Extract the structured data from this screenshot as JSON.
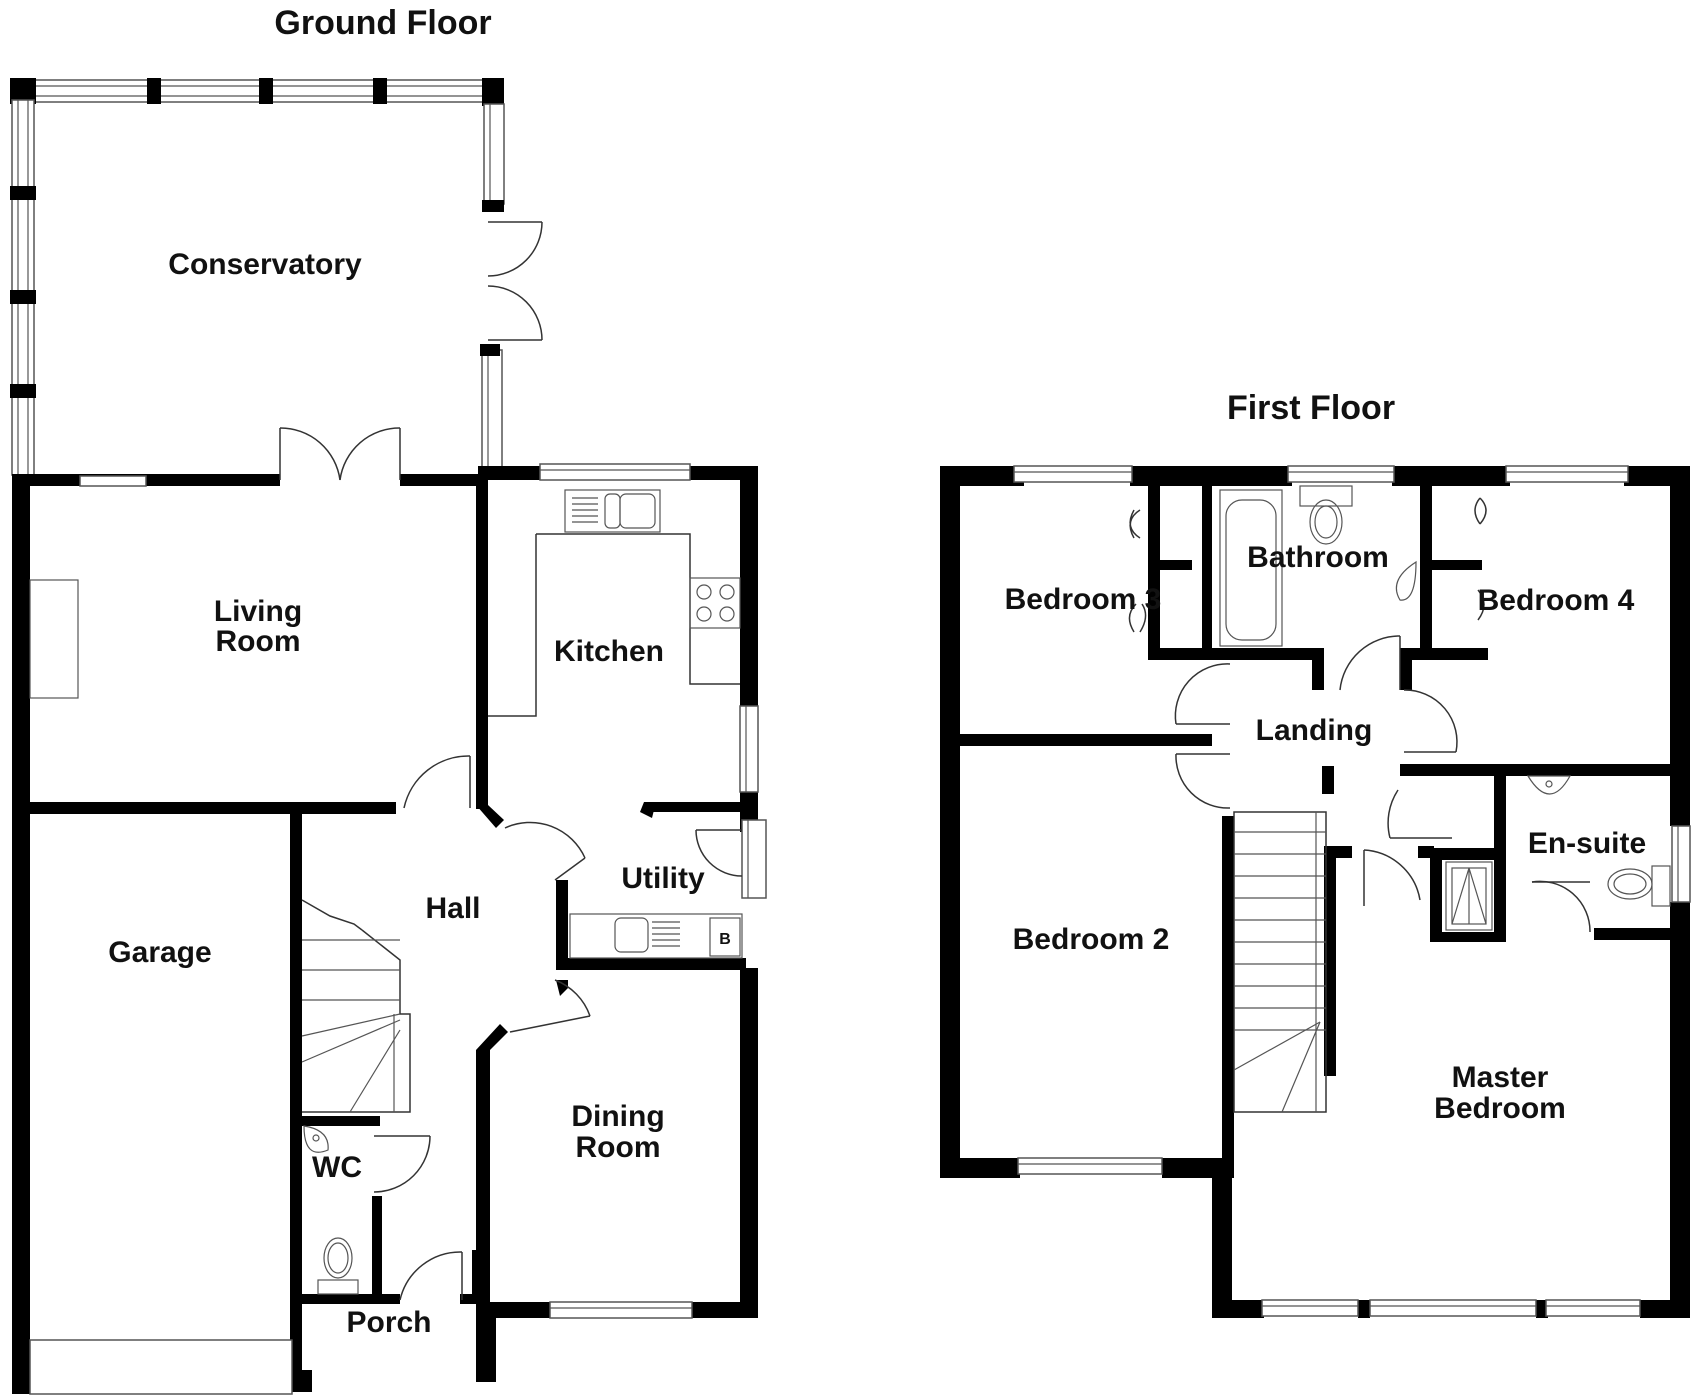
{
  "plan": {
    "ground_floor": {
      "title": "Ground Floor",
      "rooms": {
        "conservatory": "Conservatory",
        "living_room_1": "Living",
        "living_room_2": "Room",
        "kitchen": "Kitchen",
        "utility": "Utility",
        "hall": "Hall",
        "garage": "Garage",
        "dining_room_1": "Dining",
        "dining_room_2": "Room",
        "wc": "WC",
        "porch": "Porch"
      },
      "boiler_marker": "B"
    },
    "first_floor": {
      "title": "First Floor",
      "rooms": {
        "bedroom_3": "Bedroom 3",
        "bathroom": "Bathroom",
        "bedroom_4": "Bedroom 4",
        "landing": "Landing",
        "bedroom_2": "Bedroom 2",
        "en_suite": "En-suite",
        "master_bedroom_1": "Master",
        "master_bedroom_2": "Bedroom"
      }
    }
  }
}
